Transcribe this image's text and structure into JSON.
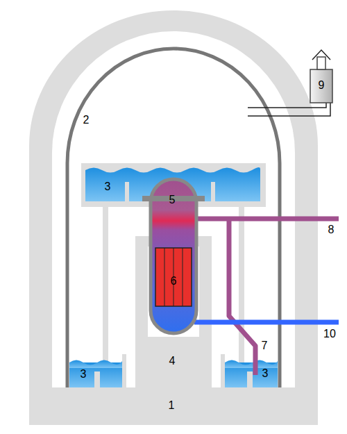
{
  "diagram": {
    "labels": [
      "9",
      "2",
      "3",
      "5",
      "8",
      "6",
      "10",
      "4",
      "7",
      "3",
      "3",
      "1"
    ]
  }
}
